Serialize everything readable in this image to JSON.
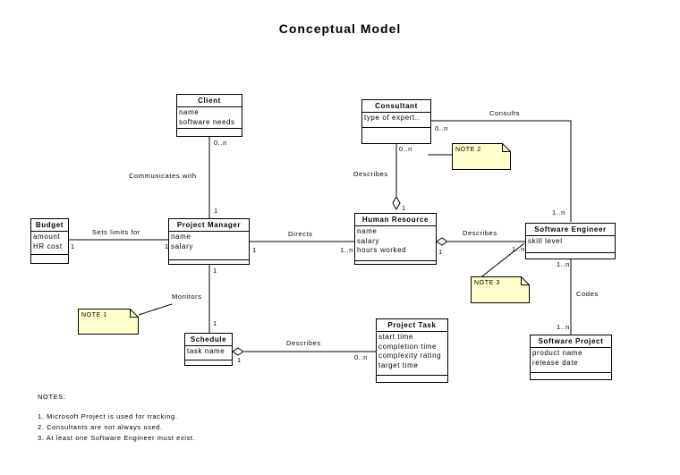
{
  "title": "Conceptual Model",
  "classes": {
    "client": {
      "name": "Client",
      "attributes": [
        "name",
        "software needs"
      ]
    },
    "consultant": {
      "name": "Consultant",
      "attributes": [
        "type of expert.."
      ]
    },
    "budget": {
      "name": "Budget",
      "attributes": [
        "amount",
        "HR cost"
      ]
    },
    "project_manager": {
      "name": "Project Manager",
      "attributes": [
        "name",
        "salary"
      ]
    },
    "human_resource": {
      "name": "Human Resource",
      "attributes": [
        "name",
        "salary",
        "hours worked"
      ]
    },
    "software_engineer": {
      "name": "Software Engineer",
      "attributes": [
        "skill level"
      ]
    },
    "schedule": {
      "name": "Schedule",
      "attributes": [
        "task name"
      ]
    },
    "project_task": {
      "name": "Project Task",
      "attributes": [
        "start time",
        "completion time",
        "complexity rating",
        "target time"
      ]
    },
    "software_project": {
      "name": "Software Project",
      "attributes": [
        "product name",
        "release date"
      ]
    }
  },
  "notes_boxes": {
    "note1": "NOTE 1",
    "note2": "NOTE 2",
    "note3": "NOTE 3"
  },
  "associations": {
    "communicates_with": "Communicates with",
    "sets_limits_for": "Sets limits for",
    "directs": "Directs",
    "describes_consultant": "Describes",
    "consults": "Consults",
    "describes_engineer": "Describes",
    "monitors": "Monitors",
    "describes_task": "Describes",
    "codes": "Codes"
  },
  "multiplicities": {
    "client_pm_top": "0..n",
    "client_pm_bottom": "1",
    "budget_pm_left": "1",
    "budget_pm_right": "1",
    "pm_hr_left": "1",
    "pm_hr_right": "1..n",
    "consultant_hr_top": "0..n",
    "consultant_hr_bottom": "1",
    "consultant_se_left": "0..n",
    "consultant_se_right": "1..n",
    "hr_se_left": "1",
    "hr_se_right": "1..n",
    "pm_schedule_top": "1",
    "pm_schedule_bottom": "1",
    "schedule_task_left": "1",
    "schedule_task_right": "0..n",
    "se_project_top": "1..n",
    "se_project_bottom": "1..n"
  },
  "notes_section": {
    "heading": "NOTES:",
    "items": [
      "1.  Microsoft Project is used for tracking.",
      "2.  Consultants are not always used.",
      "3.  At least one Software Engineer must exist."
    ]
  },
  "colors": {
    "note_fill": "#ffffcc",
    "line": "#000000",
    "background": "#ffffff"
  }
}
